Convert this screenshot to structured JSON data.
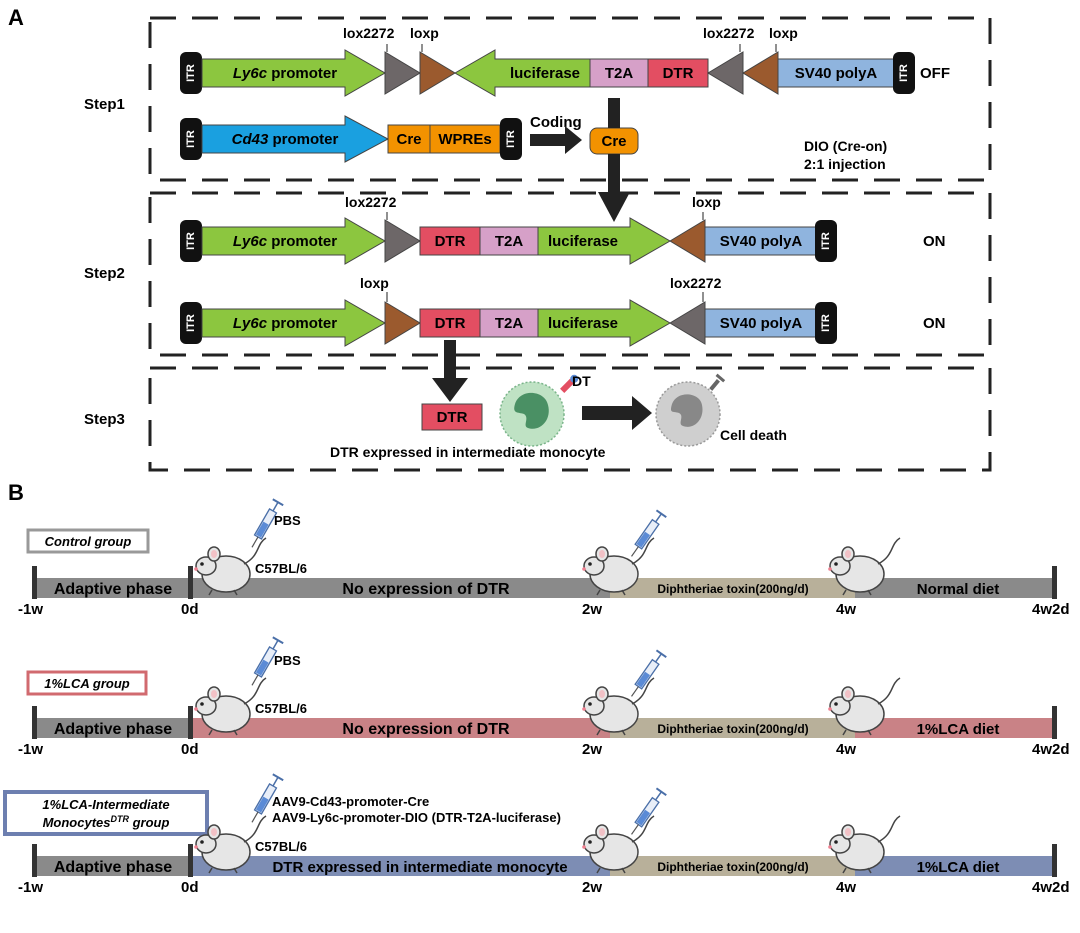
{
  "panels": {
    "a": "A",
    "b": "B"
  },
  "colors": {
    "green": "#8cc63f",
    "gray_tri": "#6d6768",
    "brown_tri": "#9b5a2e",
    "pink": "#d6a0c8",
    "red": "#e34e62",
    "blue_bar": "#8fb4de",
    "cyan": "#1aa0e0",
    "orange": "#f39200",
    "black": "#111111",
    "control_border": "#999999",
    "lca_border": "#d16a6f",
    "im_border": "#6d7fb0",
    "tl_gray": "#8a8a8a",
    "tl_pink": "#c98286",
    "tl_tan": "#b8b09a",
    "tl_blue": "#7d8db4"
  },
  "step_a": {
    "step1": "Step1",
    "step2": "Step2",
    "step3": "Step3",
    "itr": "ITR",
    "lox2272": "lox2272",
    "loxp": "loxp",
    "ly6c_it": "Ly6c",
    "promoter": " promoter",
    "cd43_it": "Cd43",
    "luciferase": "luciferase",
    "t2a": "T2A",
    "dtr": "DTR",
    "sv40": "SV40 polyA",
    "cre": "Cre",
    "wpres": "WPREs",
    "coding": "Coding",
    "off": "OFF",
    "on": "ON",
    "dio1": "DIO (Cre-on)",
    "dio2": "2:1 injection",
    "dt": "DT",
    "cell_death": "Cell death",
    "dtr_expressed": "DTR expressed in intermediate monocyte"
  },
  "step_b": {
    "control_group": "Control group",
    "lca_group": "1%LCA group",
    "im_group_line1": "1%LCA-Intermediate",
    "im_group_line2a": "Monocytes",
    "im_group_sup": "DTR",
    "im_group_line2b": " group",
    "pbs": "PBS",
    "c57": "C57BL/6",
    "adaptive": "Adaptive phase",
    "no_expr": "No expression of DTR",
    "dtr_expr_im": "DTR expressed in intermediate monocyte",
    "dipht": "Diphtheriae toxin(200ng/d)",
    "normal_diet": "Normal diet",
    "lca_diet": "1%LCA diet",
    "aav1": "AAV9-Cd43-promoter-Cre",
    "aav2": "AAV9-Ly6c-promoter-DIO (DTR-T2A-luciferase)",
    "t_m1w": "-1w",
    "t_0d": "0d",
    "t_2w": "2w",
    "t_4w": "4w",
    "t_4w2d": "4w2d"
  }
}
